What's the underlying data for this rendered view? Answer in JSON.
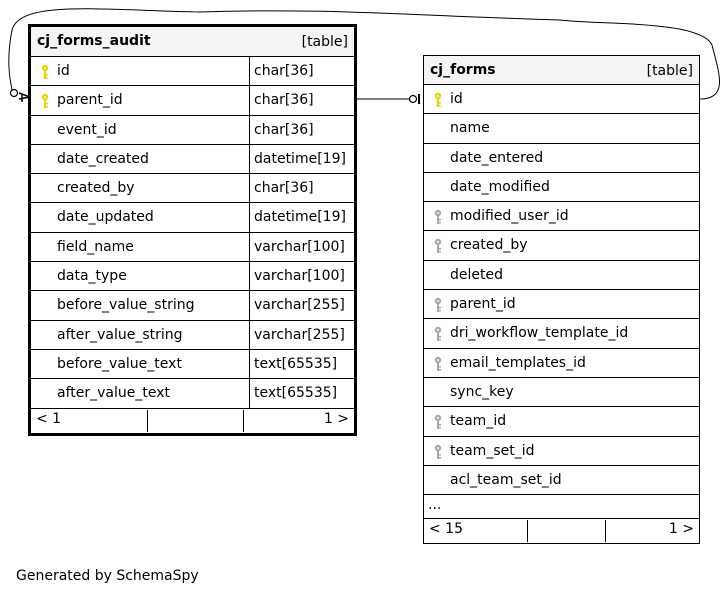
{
  "tables": [
    {
      "name": "cj_forms_audit",
      "kind": "[table]",
      "columns": [
        {
          "name": "id",
          "type": "char[36]",
          "key": "primary"
        },
        {
          "name": "parent_id",
          "type": "char[36]",
          "key": "primary"
        },
        {
          "name": "event_id",
          "type": "char[36]",
          "key": "none"
        },
        {
          "name": "date_created",
          "type": "datetime[19]",
          "key": "none"
        },
        {
          "name": "created_by",
          "type": "char[36]",
          "key": "none"
        },
        {
          "name": "date_updated",
          "type": "datetime[19]",
          "key": "none"
        },
        {
          "name": "field_name",
          "type": "varchar[100]",
          "key": "none"
        },
        {
          "name": "data_type",
          "type": "varchar[100]",
          "key": "none"
        },
        {
          "name": "before_value_string",
          "type": "varchar[255]",
          "key": "none"
        },
        {
          "name": "after_value_string",
          "type": "varchar[255]",
          "key": "none"
        },
        {
          "name": "before_value_text",
          "type": "text[65535]",
          "key": "none"
        },
        {
          "name": "after_value_text",
          "type": "text[65535]",
          "key": "none"
        }
      ],
      "footer_left": "< 1",
      "footer_right": "1 >"
    },
    {
      "name": "cj_forms",
      "kind": "[table]",
      "columns": [
        {
          "name": "id",
          "key": "primary"
        },
        {
          "name": "name",
          "key": "none"
        },
        {
          "name": "date_entered",
          "key": "none"
        },
        {
          "name": "date_modified",
          "key": "none"
        },
        {
          "name": "modified_user_id",
          "key": "foreign"
        },
        {
          "name": "created_by",
          "key": "foreign"
        },
        {
          "name": "deleted",
          "key": "none"
        },
        {
          "name": "parent_id",
          "key": "foreign"
        },
        {
          "name": "dri_workflow_template_id",
          "key": "foreign"
        },
        {
          "name": "email_templates_id",
          "key": "foreign"
        },
        {
          "name": "sync_key",
          "key": "none"
        },
        {
          "name": "team_id",
          "key": "foreign"
        },
        {
          "name": "team_set_id",
          "key": "foreign"
        },
        {
          "name": "acl_team_set_id",
          "key": "none"
        }
      ],
      "ellipsis": "...",
      "footer_left": "< 15",
      "footer_right": "1 >"
    }
  ],
  "colors": {
    "primary_key": "#e6d200",
    "foreign_key": "#a8a8a8",
    "header_bg": "#f4f4f4"
  },
  "credit": "Generated by SchemaSpy"
}
